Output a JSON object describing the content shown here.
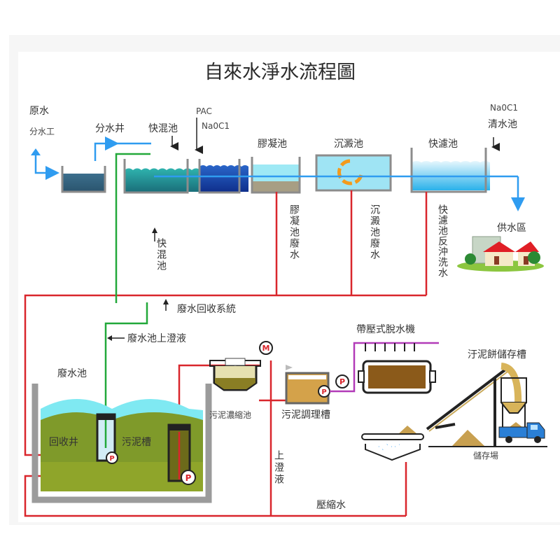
{
  "title": "自來水淨水流程圖",
  "colors": {
    "water_pipe": "#2f9cf0",
    "waste_pipe": "#d9262c",
    "supernatant_pipe": "#22a83a",
    "sludge_pipe": "#b23bb8",
    "sediment": "#a58a3c",
    "wastewater": "#7f9a2a"
  },
  "top_process": {
    "raw_water": "原水",
    "diversion": "分水工",
    "distribution_well": "分水井",
    "rapid_mix": "快混池",
    "chemical_1": "PAC",
    "chemical_2": "Na0C1",
    "coagulation": "膠凝池",
    "sedimentation": "沉澱池",
    "rapid_filter": "快濾池",
    "chemical_3": "Na0C1",
    "clear_well": "清水池",
    "supply_area": "供水區"
  },
  "waste_streams": {
    "rapid_mix_label": "快混池",
    "coagulation_waste": "膠凝池廢水",
    "sedimentation_waste": "沉澱池廢水",
    "filter_backwash": "快濾池反沖洗水",
    "recovery_system": "廢水回收系統",
    "pond_supernatant": "廢水池上澄液"
  },
  "wastewater_pond": {
    "label": "廢水池",
    "recovery_well": "回收井",
    "sludge_tank": "污泥槽",
    "pump_label": "P"
  },
  "sludge_treatment": {
    "thickener": "污泥濃縮池",
    "motor_label": "M",
    "conditioning_tank": "污泥調理槽",
    "belt_press": "帶壓式脫水機",
    "cake_storage": "汙泥餅儲存槽",
    "storage_yard": "儲存場",
    "supernatant": "上澄液",
    "pressed_water": "壓縮水",
    "pump_label": "P"
  }
}
